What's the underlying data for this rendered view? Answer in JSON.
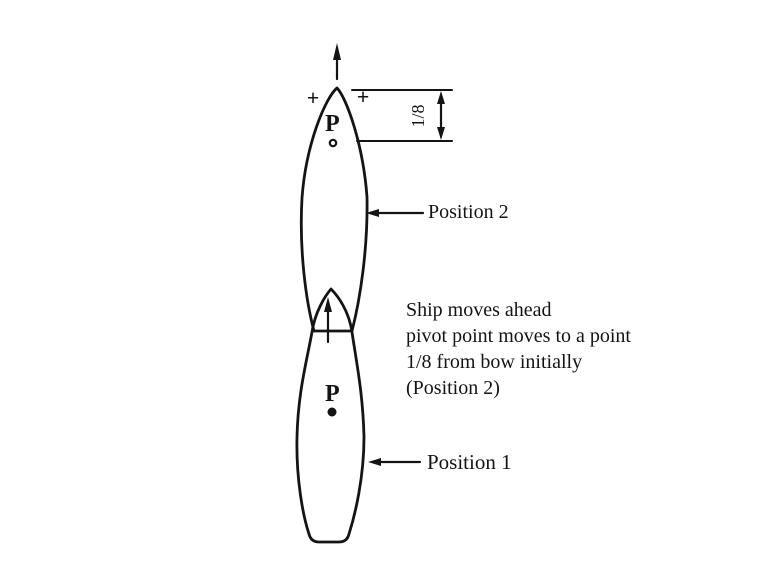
{
  "figure": {
    "background": "#ffffff",
    "ink": "#141414",
    "position2": {
      "pivot_label": "P",
      "plus_left": "+",
      "plus_right": "+",
      "dimension_value": "1/8",
      "callout_label": "Position 2"
    },
    "position1": {
      "pivot_label": "P",
      "callout_label": "Position 1"
    },
    "annotation_lines": [
      "Ship moves ahead",
      "pivot point moves to a point",
      "1/8 from bow initially",
      "(Position 2)"
    ]
  }
}
